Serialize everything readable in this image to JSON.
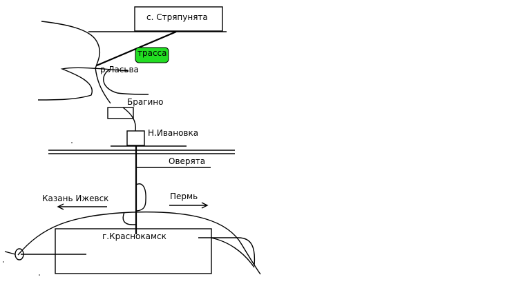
{
  "labels": {
    "village": "с. Стряпунята",
    "highway": "трасса",
    "river": "р.Ласьва",
    "bragino": "Брагино",
    "n_ivanovka": "Н.Ивановка",
    "overyata": "Оверята",
    "kazan_izhevsk": "Казань  Ижевск",
    "perm": "Пермь",
    "krasnokamsk": "г.Краснокамск"
  },
  "colors": {
    "highway_badge": "#22dd22",
    "line": "#000000",
    "background": "#ffffff"
  }
}
